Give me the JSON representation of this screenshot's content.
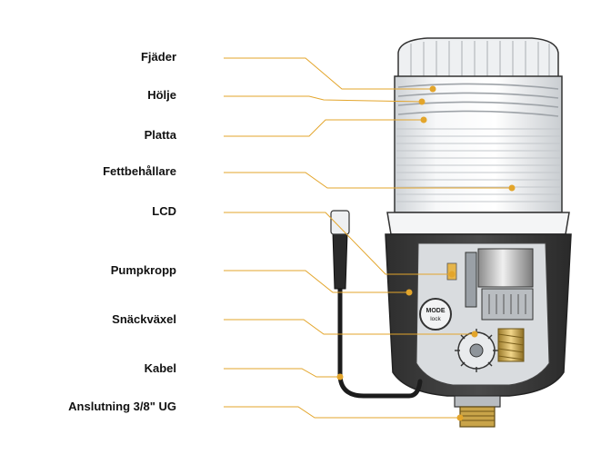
{
  "labels": {
    "fjader": "Fjäder",
    "holje": "Hölje",
    "platta": "Platta",
    "fettbehallare": "Fettbehållare",
    "lcd": "LCD",
    "pumpkropp": "Pumpkropp",
    "snackvaxel": "Snäckväxel",
    "kabel": "Kabel",
    "anslutning": "Anslutning 3/8\" UG"
  },
  "device": {
    "button_line1": "MODE",
    "button_line2": "lock"
  },
  "colors": {
    "accent": "#e3a52b",
    "label_text": "#111111",
    "outline": "#333333",
    "dark_body": "#3c3c3c"
  }
}
